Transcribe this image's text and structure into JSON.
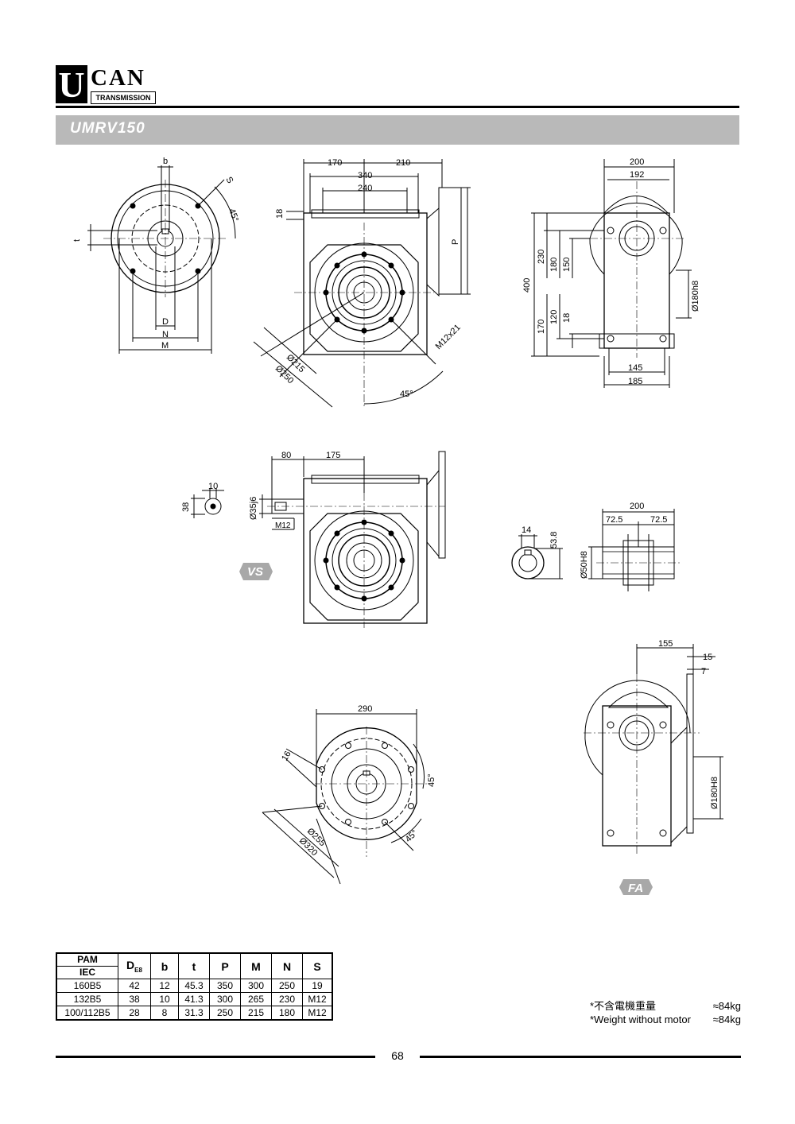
{
  "header": {
    "logo_letter": "U",
    "logo_word": "CAN",
    "logo_sub": "TRANSMISSION",
    "model_title": "UMRV150"
  },
  "views": {
    "flange_front": {
      "dims": [
        "b",
        "S",
        "45°",
        "t",
        "D",
        "N",
        "M"
      ]
    },
    "main_front": {
      "dims": [
        "170",
        "210",
        "340",
        "240",
        "18",
        "P",
        "Ø215",
        "Ø250",
        "M12x21",
        "45°"
      ]
    },
    "side": {
      "dims": [
        "200",
        "192",
        "400",
        "230",
        "180",
        "150",
        "170",
        "120",
        "18",
        "Ø180h8",
        "145",
        "185"
      ]
    },
    "vs_front": {
      "label": "VS",
      "dims": [
        "80",
        "175",
        "10",
        "38",
        "Ø35j6",
        "M12"
      ]
    },
    "hollow_shaft": {
      "dims": [
        "14",
        "53.8",
        "Ø50H8",
        "200",
        "72.5",
        "72.5"
      ]
    },
    "flange_bottom": {
      "dims": [
        "290",
        "16",
        "45°",
        "45°",
        "Ø255",
        "Ø320"
      ]
    },
    "fa_side": {
      "label": "FA",
      "dims": [
        "155",
        "15",
        "7",
        "Ø180H8"
      ]
    }
  },
  "table": {
    "headers": {
      "pam": "PAM",
      "iec": "IEC",
      "de": "D",
      "de_sub": "E8",
      "b": "b",
      "t": "t",
      "p": "P",
      "m": "M",
      "n": "N",
      "s": "S"
    },
    "rows": [
      [
        "160B5",
        "42",
        "12",
        "45.3",
        "350",
        "300",
        "250",
        "19"
      ],
      [
        "132B5",
        "38",
        "10",
        "41.3",
        "300",
        "265",
        "230",
        "M12"
      ],
      [
        "100/112B5",
        "28",
        "8",
        "31.3",
        "250",
        "215",
        "180",
        "M12"
      ]
    ]
  },
  "weight": {
    "zh_label": "*不含電機重量",
    "zh_value": "≈84kg",
    "en_label": "*Weight without motor",
    "en_value": "≈84kg"
  },
  "footer": {
    "page_number": "68"
  }
}
